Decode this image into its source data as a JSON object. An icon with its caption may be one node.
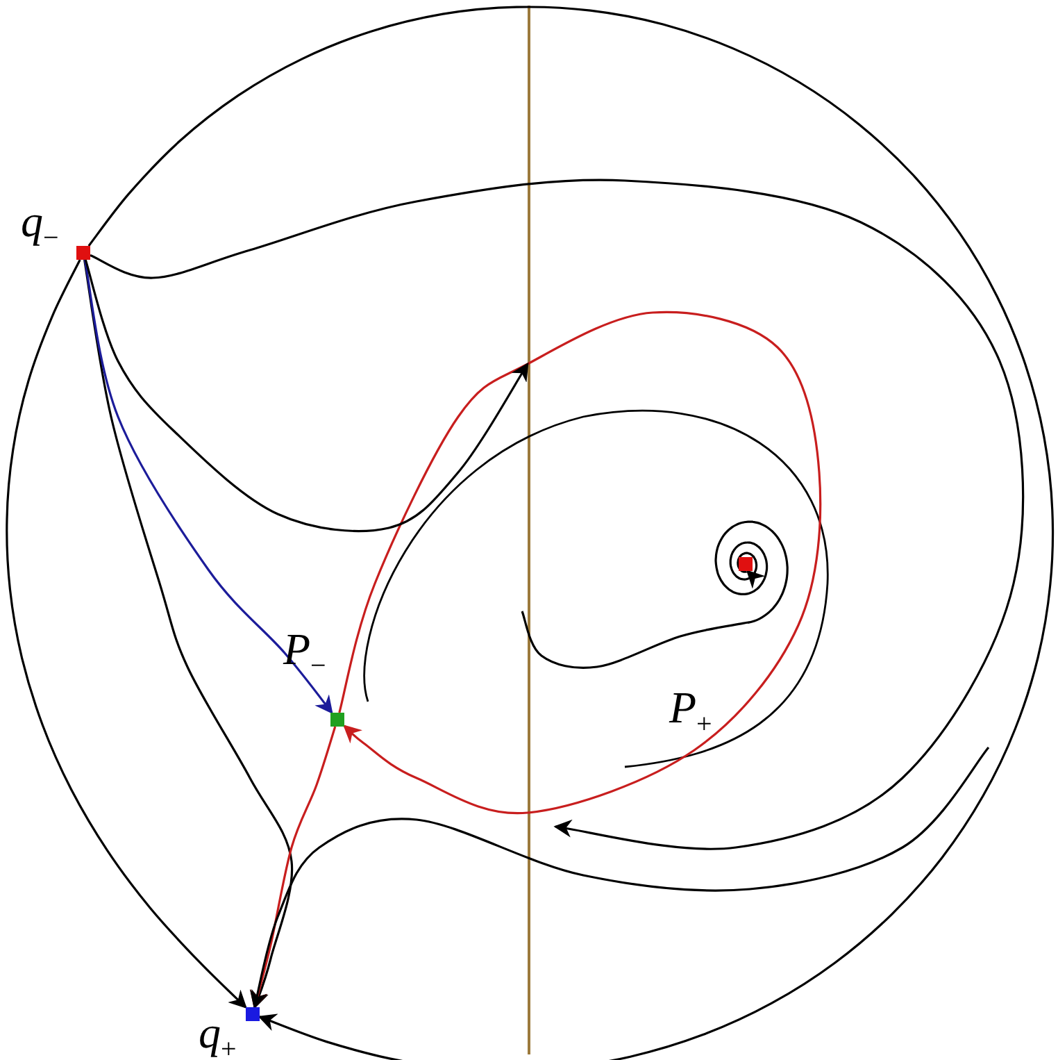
{
  "diagram": {
    "nodes": [
      {
        "text": [
          "*q*$_{−}$"
        ]
      },
      {
        "text": [
          "*P*$_{−}$"
        ]
      },
      {
        "text": [
          "*P*$_{+}$"
        ]
      },
      {
        "text": [
          "*q*$_{+}$"
        ]
      }
    ],
    "edges": [
      {
        "from": 0,
        "to": 3,
        "arrow": "to"
      },
      {
        "from": 0,
        "to": 3,
        "arrow": "to"
      },
      {
        "from": 0,
        "to": 3,
        "arrow": "to"
      },
      {
        "from": 0,
        "to": 1,
        "arrow": "to",
        "color": "#1c1c9a"
      },
      {
        "from": 1,
        "to": 3,
        "arrow": "to",
        "color": "#c81e1e"
      },
      {
        "from": 1,
        "to": 1,
        "arrow": "to",
        "color": "#c81e1e"
      },
      {
        "from": 0,
        "to": null,
        "arrow": "to"
      },
      {
        "from": 0,
        "to": null,
        "arrow": "to"
      },
      {
        "from": null,
        "to": 3,
        "arrow": "to"
      },
      {
        "from": null,
        "to": 2,
        "arrow": "to"
      }
    ]
  }
}
